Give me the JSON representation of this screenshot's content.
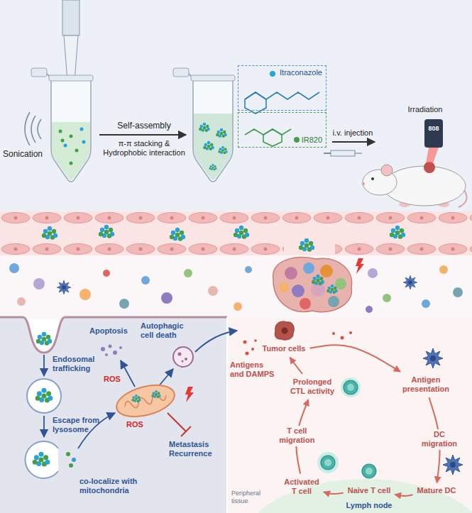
{
  "diagram": {
    "nodes": [
      {
        "text": [
          "Itraconazole"
        ]
      },
      {
        "text": [
          "IR820"
        ]
      },
      {
        "text": [
          "Tumor cells"
        ]
      },
      {
        "text": [
          "Antigen presentation"
        ]
      },
      {
        "text": [
          "Mature DC"
        ]
      },
      {
        "text": [
          "Naive T cell"
        ]
      },
      {
        "text": [
          "Activated T cell"
        ]
      },
      {
        "text": [
          "Prolonged CTL activity"
        ]
      }
    ],
    "edges": [
      {
        "from": 2,
        "to": 3,
        "arrow": "to"
      },
      {
        "from": 3,
        "to": 4,
        "label": "DC migration",
        "arrow": "to"
      },
      {
        "from": 4,
        "to": 5,
        "arrow": "to"
      },
      {
        "from": 5,
        "to": 6,
        "arrow": "to"
      },
      {
        "from": 6,
        "to": 7,
        "label": "T cell migration",
        "arrow": "to"
      },
      {
        "from": 7,
        "to": 2,
        "arrow": "to"
      }
    ],
    "labels": [
      "Sonication",
      "Self-assembly",
      "π-π stacking & Hydrophobic interaction",
      "i.v. injection",
      "Irradiation",
      "808",
      "Endosomal trafficking",
      "Escape from lysosome",
      "co-localize with mitochondria",
      "Apoptosis",
      "Autophagic cell death",
      "ROS",
      "ROS",
      "Metastasis Recurrence",
      "Antigens and DAMPS",
      "Lymph node",
      "Peripheral tissue"
    ]
  }
}
